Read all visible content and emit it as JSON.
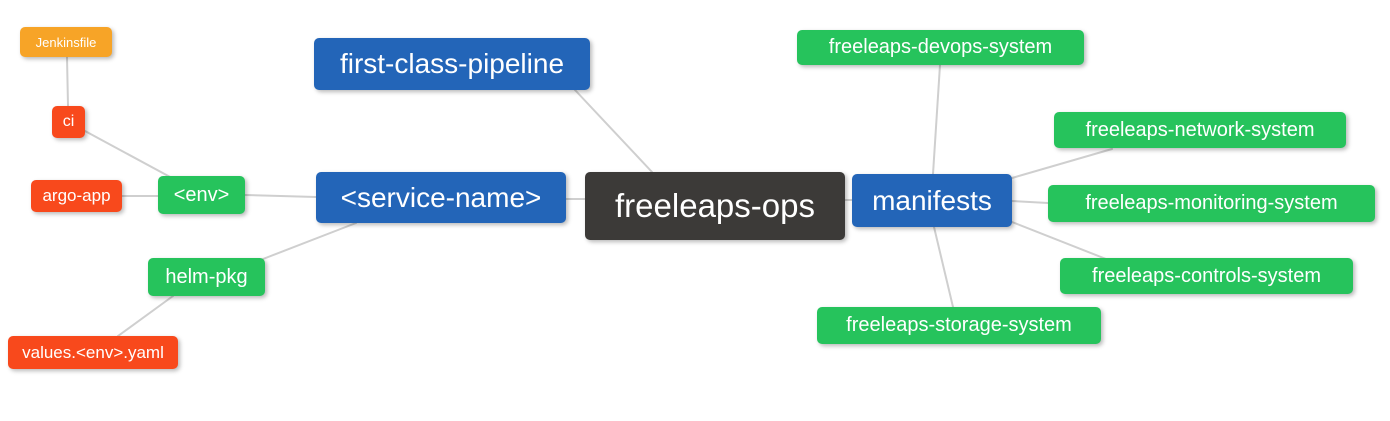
{
  "colors": {
    "orange": "#f7a427",
    "red": "#f8491c",
    "green": "#26c35c",
    "blue": "#2365b8",
    "dark": "#3c3a38",
    "edge": "#cfcfcf",
    "text": "#ffffff"
  },
  "nodes": {
    "jenkinsfile": {
      "label": "Jenkinsfile"
    },
    "ci": {
      "label": "ci"
    },
    "argo_app": {
      "label": "argo-app"
    },
    "env": {
      "label": "<env>"
    },
    "helm_pkg": {
      "label": "helm-pkg"
    },
    "values_env_yaml": {
      "label": "values.<env>.yaml"
    },
    "service_name": {
      "label": "<service-name>"
    },
    "first_class_pipeline": {
      "label": "first-class-pipeline"
    },
    "freeleaps_ops": {
      "label": "freeleaps-ops"
    },
    "manifests": {
      "label": "manifests"
    },
    "devops_system": {
      "label": "freeleaps-devops-system"
    },
    "network_system": {
      "label": "freeleaps-network-system"
    },
    "monitoring_system": {
      "label": "freeleaps-monitoring-system"
    },
    "controls_system": {
      "label": "freeleaps-controls-system"
    },
    "storage_system": {
      "label": "freeleaps-storage-system"
    }
  },
  "edges": [
    {
      "from": "jenkinsfile",
      "to": "ci"
    },
    {
      "from": "ci",
      "to": "env"
    },
    {
      "from": "argo_app",
      "to": "env"
    },
    {
      "from": "env",
      "to": "service_name"
    },
    {
      "from": "helm_pkg",
      "to": "service_name"
    },
    {
      "from": "values_env_yaml",
      "to": "helm_pkg"
    },
    {
      "from": "first_class_pipeline",
      "to": "freeleaps_ops"
    },
    {
      "from": "service_name",
      "to": "freeleaps_ops"
    },
    {
      "from": "freeleaps_ops",
      "to": "manifests"
    },
    {
      "from": "manifests",
      "to": "devops_system"
    },
    {
      "from": "manifests",
      "to": "network_system"
    },
    {
      "from": "manifests",
      "to": "monitoring_system"
    },
    {
      "from": "manifests",
      "to": "controls_system"
    },
    {
      "from": "manifests",
      "to": "storage_system"
    }
  ]
}
